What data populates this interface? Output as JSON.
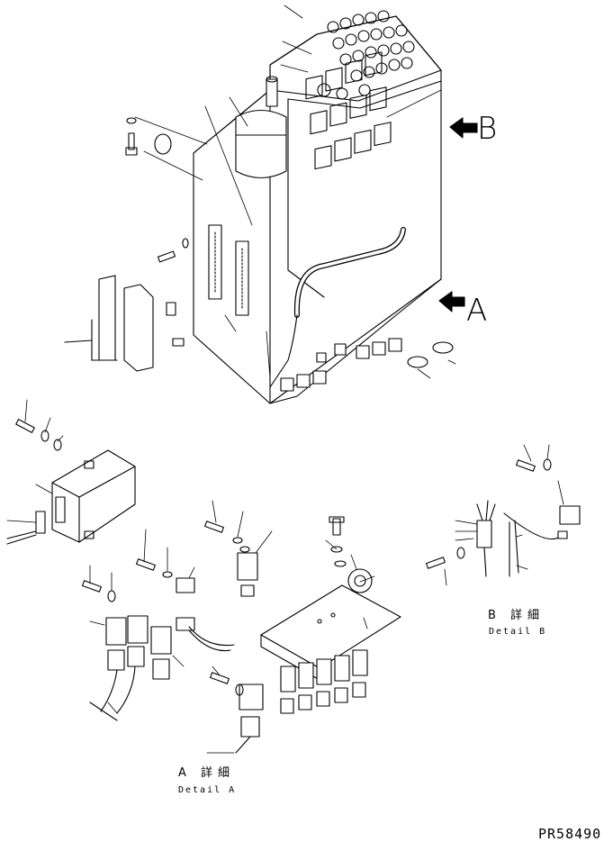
{
  "arrows": {
    "view_b_letter": "B",
    "view_a_letter": "A"
  },
  "details": {
    "detail_a": {
      "label_jp": "A 詳細",
      "label_en": "Detail A"
    },
    "detail_b": {
      "label_jp": "B 詳細",
      "label_en": "Detail B"
    }
  },
  "drawing_code": "PR58490"
}
